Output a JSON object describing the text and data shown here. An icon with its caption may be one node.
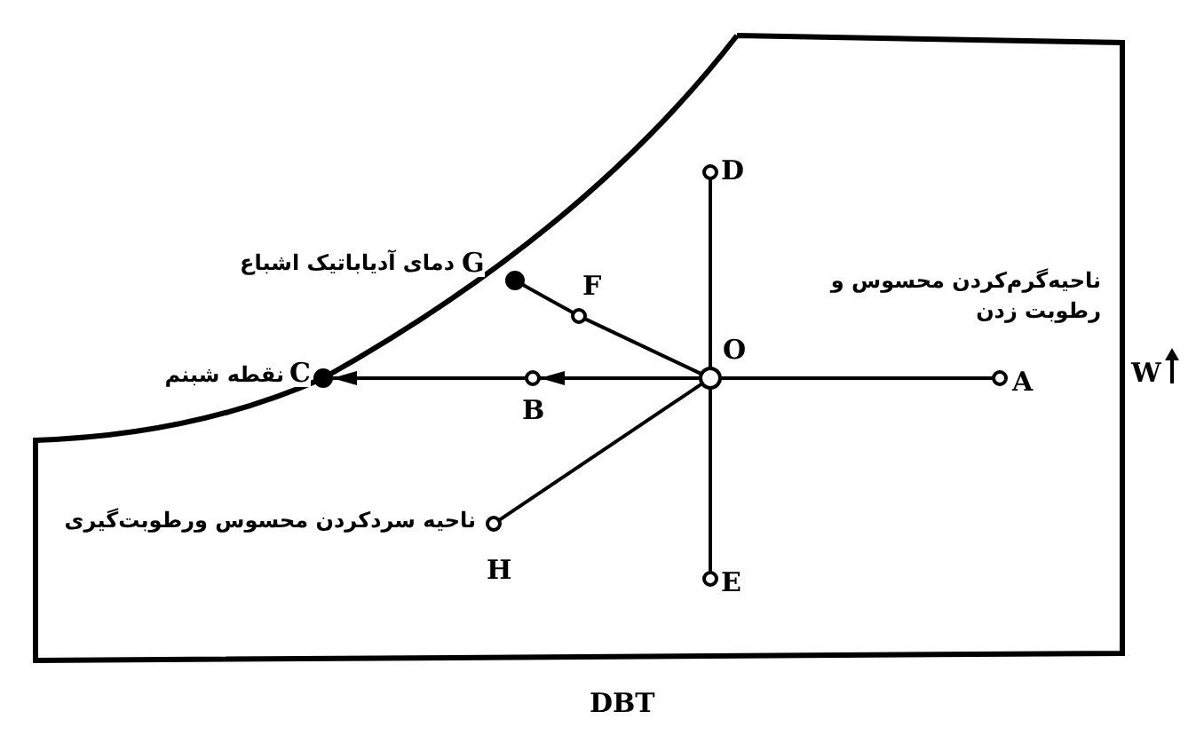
{
  "diagram": {
    "nodes": [
      {
        "text": [
          "D"
        ]
      },
      {
        "text": [
          "G"
        ],
        "beside": [
          "دمای آدیاباتیک اشباع"
        ]
      },
      {
        "text": [
          "F"
        ]
      },
      {
        "text": [
          "C"
        ],
        "beside": [
          "نقطه شبنم"
        ]
      },
      {
        "text": [
          "B"
        ]
      },
      {
        "text": [
          "O"
        ]
      },
      {
        "text": [
          "A"
        ]
      },
      {
        "text": [
          "H"
        ],
        "beside": [
          "ناحیه سردکردن محسوس ورطوبت‌گیری"
        ]
      },
      {
        "text": [
          "E"
        ]
      }
    ],
    "edges": [
      {
        "from": 5,
        "to": 0,
        "arrow": "none"
      },
      {
        "from": 5,
        "to": 8,
        "arrow": "none"
      },
      {
        "from": 5,
        "to": 6,
        "arrow": "none"
      },
      {
        "from": 5,
        "to": 7,
        "arrow": "none"
      },
      {
        "from": 5,
        "to": 2,
        "arrow": "none"
      },
      {
        "from": 2,
        "to": 1,
        "arrow": "none"
      },
      {
        "from": 5,
        "to": 4,
        "arrow": "to"
      },
      {
        "from": 4,
        "to": 3,
        "arrow": "to"
      }
    ],
    "labels": [
      "ناحیه‌گرم‌کردن محسوس و رطوبت زدن",
      "W",
      "DBT"
    ]
  }
}
